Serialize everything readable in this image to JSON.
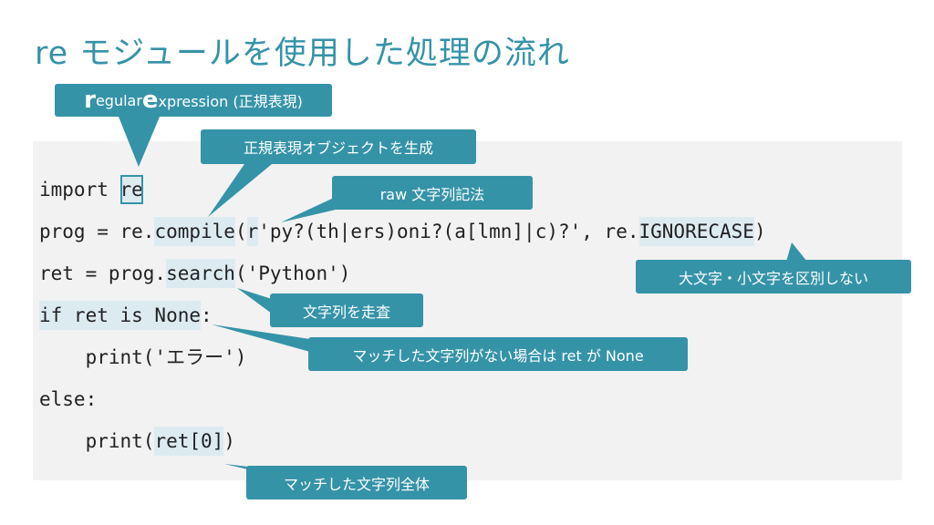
{
  "slide": {
    "title": "re モジュールを使用した処理の流れ"
  },
  "code": {
    "l1": {
      "a": "import ",
      "b": "re"
    },
    "l2": {
      "a": "prog = re.",
      "b": "compile",
      "c": "(",
      "d": "r",
      "e": "'py?(th|ers)oni?(a[lmn]|c)?', re.",
      "f": "IGNORECASE",
      "g": ")"
    },
    "l3": {
      "a": "ret = prog.",
      "b": "search",
      "c": "('Python')"
    },
    "l4": {
      "a": "if ret is None",
      "b": ":"
    },
    "l5": {
      "a": "    print('エラー')"
    },
    "l6": {
      "a": "else:"
    },
    "l7": {
      "a": "    print(",
      "b": "ret[0]",
      "c": ")"
    }
  },
  "callouts": {
    "regex": {
      "r": "r",
      "egular": "egular ",
      "e": "e",
      "xpression": "xpression (正規表現)"
    },
    "compile": "正規表現オブジェクトを生成",
    "raw": "raw 文字列記法",
    "ignorecase": "大文字・小文字を区別しない",
    "search": "文字列を走査",
    "none": "マッチした文字列がない場合は ret が None",
    "match": "マッチした文字列全体"
  },
  "colors": {
    "accent": "#3593a8",
    "highlight": "#dcebf0",
    "code_bg": "#f2f2f2"
  }
}
